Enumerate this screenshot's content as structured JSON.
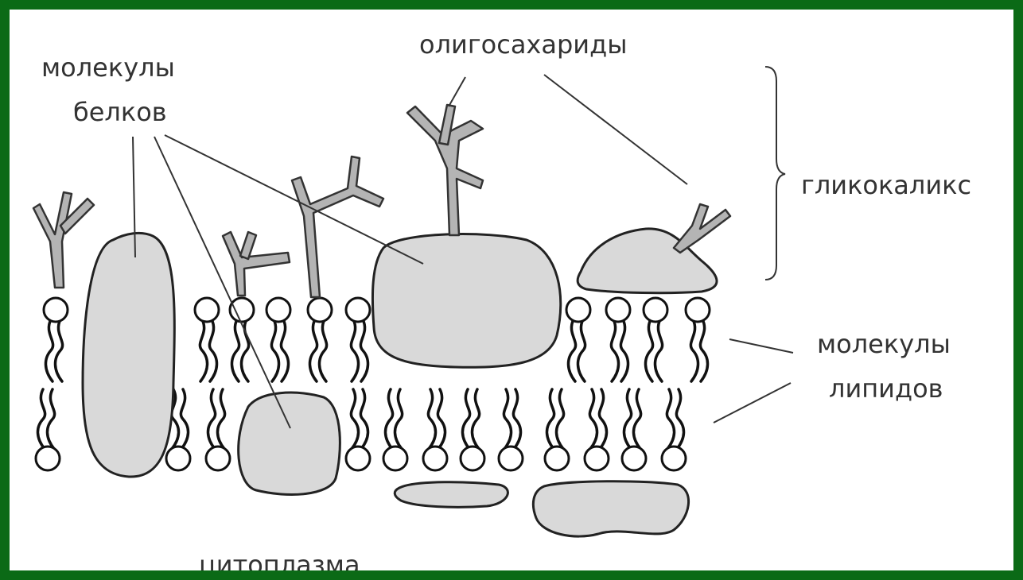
{
  "labels": {
    "protein_molecules_line1": "молекулы",
    "protein_molecules_line2": "белков",
    "oligosaccharides": "олигосахариды",
    "glycocalyx": "гликокаликс",
    "lipid_molecules_line1": "молекулы",
    "lipid_molecules_line2": "липидов",
    "cytoplasm": "цитоплазма"
  },
  "colors": {
    "frame": "#0b6a16",
    "protein_fill": "#d9d9d9",
    "oligosaccharide_fill": "#b4b4b4",
    "outline": "#222222"
  }
}
